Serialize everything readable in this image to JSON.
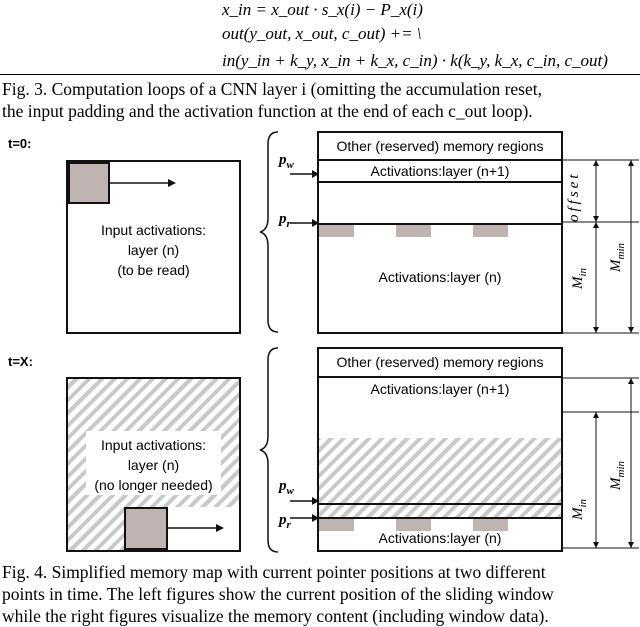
{
  "equations": {
    "line1": "x_in = x_out · s_x(i) − P_x(i)",
    "line2": "out(y_out, x_out, c_out) += \\",
    "line3": "in(y_in + k_y, x_in + k_x, c_in) · k(k_y, k_x, c_in, c_out)"
  },
  "fig3_caption": {
    "line1": "Fig. 3.  Computation loops of a CNN layer i (omitting the accumulation reset,",
    "line2": "the input padding and the activation function at the end of each c_out loop)."
  },
  "panel_top": {
    "time_label": "t=0:",
    "input_label_1": "Input activations:",
    "input_label_2": "layer (n)",
    "input_label_3": "(to be read)",
    "reserved": "Other (reserved) memory regions",
    "act_next": "Activations:layer (n+1)",
    "act_cur": "Activations:layer (n)",
    "pw": "p",
    "pw_sub": "w",
    "pr": "p",
    "pr_sub": "r",
    "offset": "offset",
    "m_in": "M",
    "m_in_sub": "in",
    "m_min": "M",
    "m_min_sub": "min"
  },
  "panel_bottom": {
    "time_label": "t=X:",
    "input_label_1": "Input activations:",
    "input_label_2": "layer (n)",
    "input_label_3": "(no longer needed)",
    "reserved": "Other (reserved) memory regions",
    "act_next": "Activations:layer (n+1)",
    "act_cur": "Activations:layer (n)",
    "pw": "p",
    "pw_sub": "w",
    "pr": "p",
    "pr_sub": "r",
    "m_in": "M",
    "m_in_sub": "in",
    "m_min": "M",
    "m_min_sub": "min"
  },
  "fig4_caption": {
    "line1": "Fig. 4.  Simplified memory map with current pointer positions at two different",
    "line2": "points in time. The left figures show the current position of the sliding window",
    "line3": "while the right figures visualize the memory content (including window data)."
  }
}
